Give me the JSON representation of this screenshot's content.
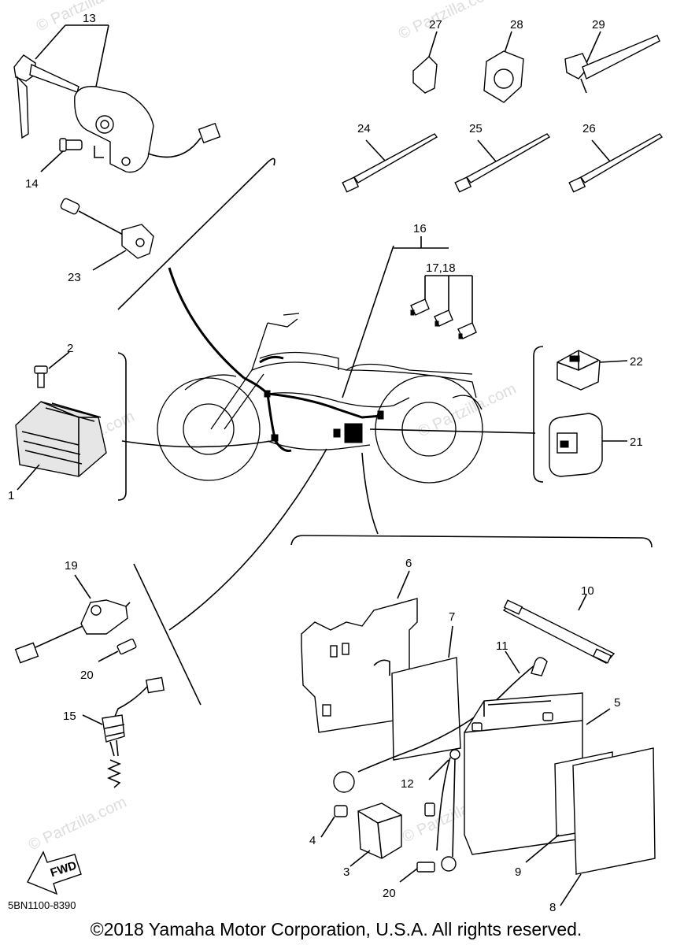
{
  "watermark": "© Partzilla.com",
  "callouts": {
    "c1": "1",
    "c2": "2",
    "c3": "3",
    "c4": "4",
    "c5": "5",
    "c6": "6",
    "c7": "7",
    "c8": "8",
    "c9": "9",
    "c10": "10",
    "c11": "11",
    "c12": "12",
    "c13": "13",
    "c14": "14",
    "c15": "15",
    "c16": "16",
    "c17_18": "17,18",
    "c19": "19",
    "c20a": "20",
    "c20b": "20",
    "c21": "21",
    "c22": "22",
    "c23": "23",
    "c24": "24",
    "c25": "25",
    "c26": "26",
    "c27": "27",
    "c28": "28",
    "c29": "29"
  },
  "fwd_label": "FWD",
  "diagram_code": "5BN1100-8390",
  "copyright": "©2018 Yamaha Motor Corporation, U.S.A. All rights reserved."
}
